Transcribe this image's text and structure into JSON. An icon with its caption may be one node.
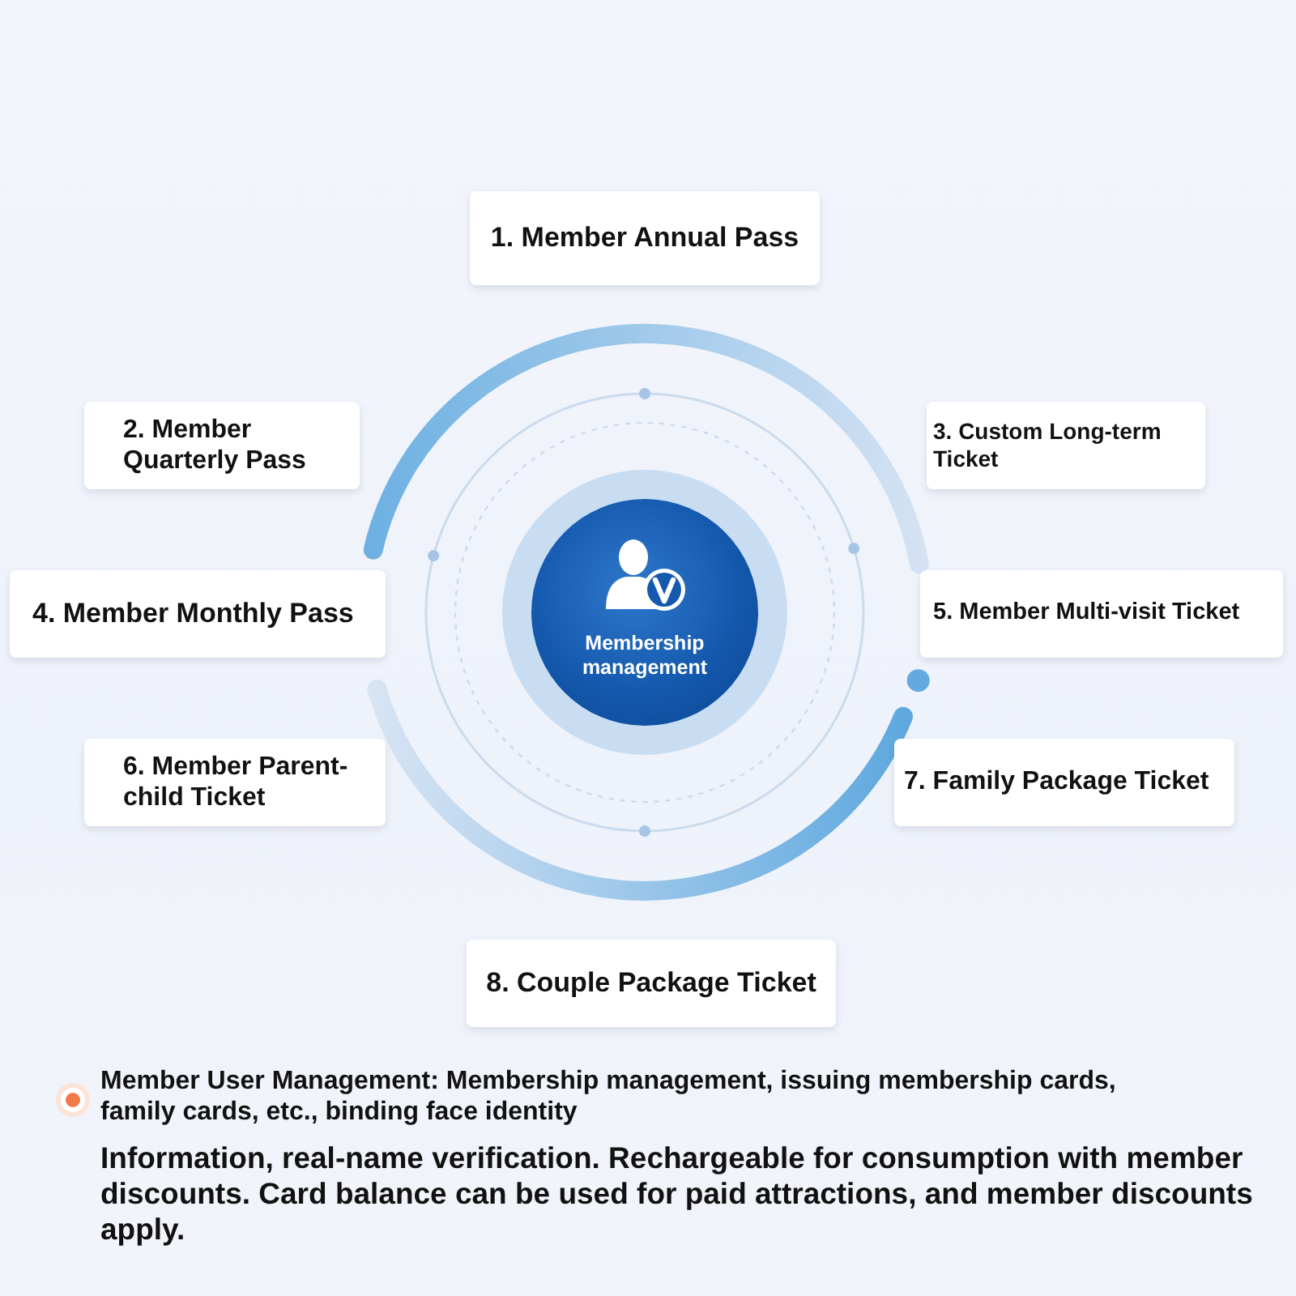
{
  "diagram": {
    "nodes": [
      {
        "text": [
          "1. Member Annual Pass"
        ]
      },
      {
        "text": [
          "2. Member Quarterly Pass"
        ]
      },
      {
        "text": [
          "3. Custom Long-term Ticket"
        ]
      },
      {
        "text": [
          "4. Member Monthly Pass"
        ]
      },
      {
        "text": [
          "Membership management"
        ]
      },
      {
        "text": [
          "5. Member Multi-visit Ticket"
        ]
      },
      {
        "text": [
          "6. Member Parent-child Ticket"
        ]
      },
      {
        "text": [
          "7. Family Package Ticket"
        ]
      },
      {
        "text": [
          "8. Couple Package Ticket"
        ]
      }
    ],
    "labels": [
      "Member User Management: Membership management, issuing membership cards, family cards, etc., binding face identity",
      "Information, real-name verification. Rechargeable for consumption with member discounts. Card balance can be used for paid attractions, and member discounts apply."
    ]
  }
}
